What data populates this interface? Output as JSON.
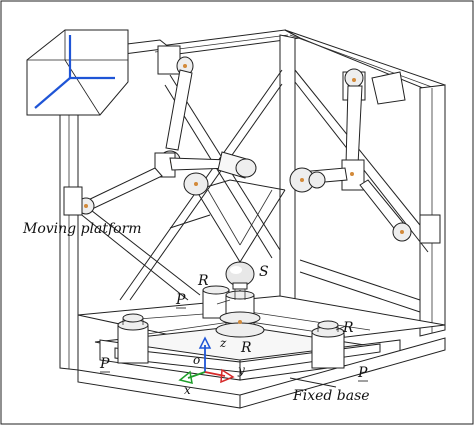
{
  "labels": {
    "moving_platform": "Moving platform",
    "fixed_base": "Fixed base",
    "S": "S",
    "R_top": "R",
    "R_mid": "R",
    "R_right": "R",
    "P_inner": "P",
    "P_left": "P",
    "P_right": "P",
    "z": "z",
    "o": "o",
    "x": "x",
    "y": "y"
  },
  "colors": {
    "z_axis": "#1f55d6",
    "x_axis": "#1f9e2a",
    "y_axis": "#d62a2a",
    "inset_axis": "#1f55d6",
    "accent_dot": "#d38a3a"
  }
}
